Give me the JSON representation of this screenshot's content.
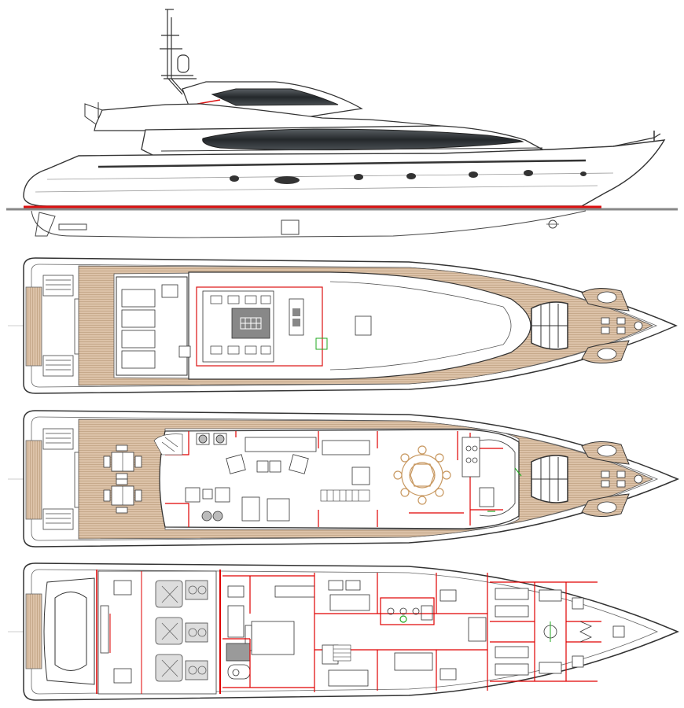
{
  "drawing": {
    "views": [
      {
        "id": "profile",
        "label": ""
      },
      {
        "id": "sun-deck",
        "label": ""
      },
      {
        "id": "main-deck",
        "label": ""
      },
      {
        "id": "lower-deck",
        "label": ""
      }
    ],
    "colors": {
      "line": "#333333",
      "waterline": "#dd1111",
      "sea": "#888888",
      "teak": "#dcc2a8",
      "glass": "#2f3336",
      "red_wall": "#e00000",
      "gray_fill": "#9a9a9a"
    }
  }
}
